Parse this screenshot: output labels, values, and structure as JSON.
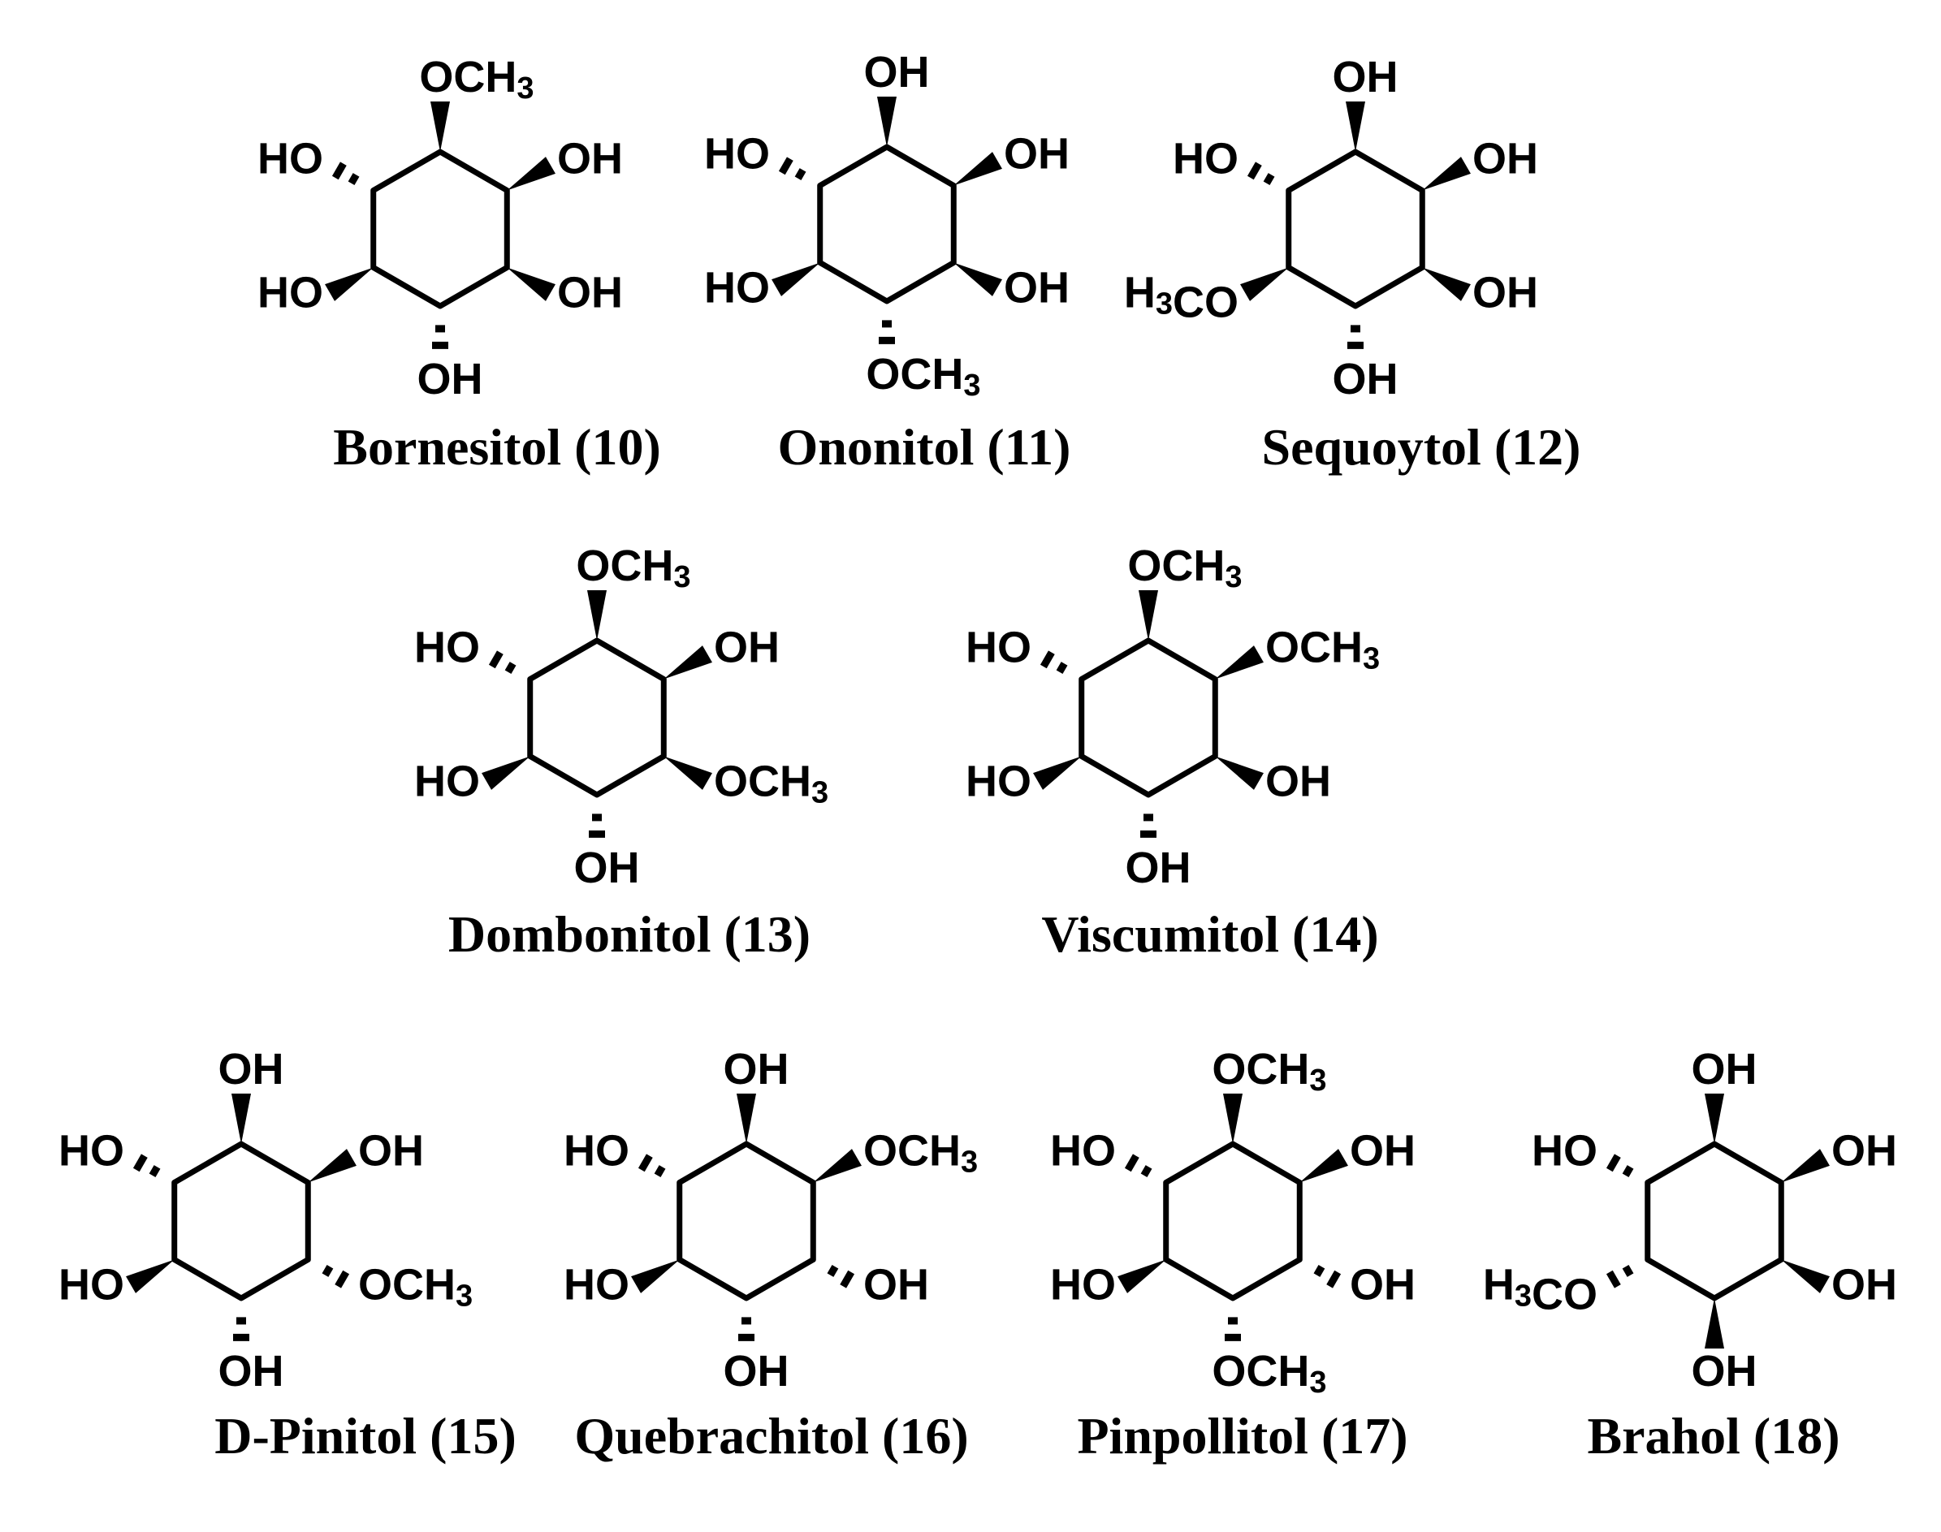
{
  "compounds": [
    {
      "name": "Bornesitol (10)",
      "substituents": [
        {
          "text": "OCH3",
          "stereo": "wedge"
        },
        {
          "text": "OH",
          "stereo": "wedge"
        },
        {
          "text": "OH",
          "stereo": "wedge"
        },
        {
          "text": "OH",
          "stereo": "hash"
        },
        {
          "text": "HO",
          "stereo": "wedge"
        },
        {
          "text": "HO",
          "stereo": "hash"
        }
      ]
    },
    {
      "name": "Ononitol (11)",
      "substituents": [
        {
          "text": "OH",
          "stereo": "wedge"
        },
        {
          "text": "OH",
          "stereo": "wedge"
        },
        {
          "text": "OH",
          "stereo": "wedge"
        },
        {
          "text": "OCH3",
          "stereo": "hash"
        },
        {
          "text": "HO",
          "stereo": "wedge"
        },
        {
          "text": "HO",
          "stereo": "hash"
        }
      ]
    },
    {
      "name": "Sequoytol (12)",
      "substituents": [
        {
          "text": "OH",
          "stereo": "wedge"
        },
        {
          "text": "OH",
          "stereo": "wedge"
        },
        {
          "text": "OH",
          "stereo": "wedge"
        },
        {
          "text": "OH",
          "stereo": "hash"
        },
        {
          "text": "H3CO",
          "stereo": "wedge"
        },
        {
          "text": "HO",
          "stereo": "hash"
        }
      ]
    },
    {
      "name": "Dombonitol (13)",
      "substituents": [
        {
          "text": "OCH3",
          "stereo": "wedge"
        },
        {
          "text": "OH",
          "stereo": "wedge"
        },
        {
          "text": "OCH3",
          "stereo": "wedge"
        },
        {
          "text": "OH",
          "stereo": "hash"
        },
        {
          "text": "HO",
          "stereo": "wedge"
        },
        {
          "text": "HO",
          "stereo": "hash"
        }
      ]
    },
    {
      "name": "Viscumitol (14)",
      "substituents": [
        {
          "text": "OCH3",
          "stereo": "wedge"
        },
        {
          "text": "OCH3",
          "stereo": "wedge"
        },
        {
          "text": "OH",
          "stereo": "wedge"
        },
        {
          "text": "OH",
          "stereo": "hash"
        },
        {
          "text": "HO",
          "stereo": "wedge"
        },
        {
          "text": "HO",
          "stereo": "hash"
        }
      ]
    },
    {
      "name": "D-Pinitol (15)",
      "substituents": [
        {
          "text": "OH",
          "stereo": "wedge"
        },
        {
          "text": "OH",
          "stereo": "wedge"
        },
        {
          "text": "OCH3",
          "stereo": "hash"
        },
        {
          "text": "OH",
          "stereo": "hash"
        },
        {
          "text": "HO",
          "stereo": "wedge"
        },
        {
          "text": "HO",
          "stereo": "hash"
        }
      ]
    },
    {
      "name": "Quebrachitol (16)",
      "substituents": [
        {
          "text": "OH",
          "stereo": "wedge"
        },
        {
          "text": "OCH3",
          "stereo": "wedge"
        },
        {
          "text": "OH",
          "stereo": "hash"
        },
        {
          "text": "OH",
          "stereo": "hash"
        },
        {
          "text": "HO",
          "stereo": "wedge"
        },
        {
          "text": "HO",
          "stereo": "hash"
        }
      ]
    },
    {
      "name": "Pinpollitol (17)",
      "substituents": [
        {
          "text": "OCH3",
          "stereo": "wedge"
        },
        {
          "text": "OH",
          "stereo": "wedge"
        },
        {
          "text": "OH",
          "stereo": "hash"
        },
        {
          "text": "OCH3",
          "stereo": "hash"
        },
        {
          "text": "HO",
          "stereo": "wedge"
        },
        {
          "text": "HO",
          "stereo": "hash"
        }
      ]
    },
    {
      "name": "Brahol (18)",
      "substituents": [
        {
          "text": "OH",
          "stereo": "wedge"
        },
        {
          "text": "OH",
          "stereo": "wedge"
        },
        {
          "text": "OH",
          "stereo": "wedge"
        },
        {
          "text": "OH",
          "stereo": "wedge"
        },
        {
          "text": "H3CO",
          "stereo": "hash"
        },
        {
          "text": "HO",
          "stereo": "hash"
        }
      ]
    }
  ]
}
